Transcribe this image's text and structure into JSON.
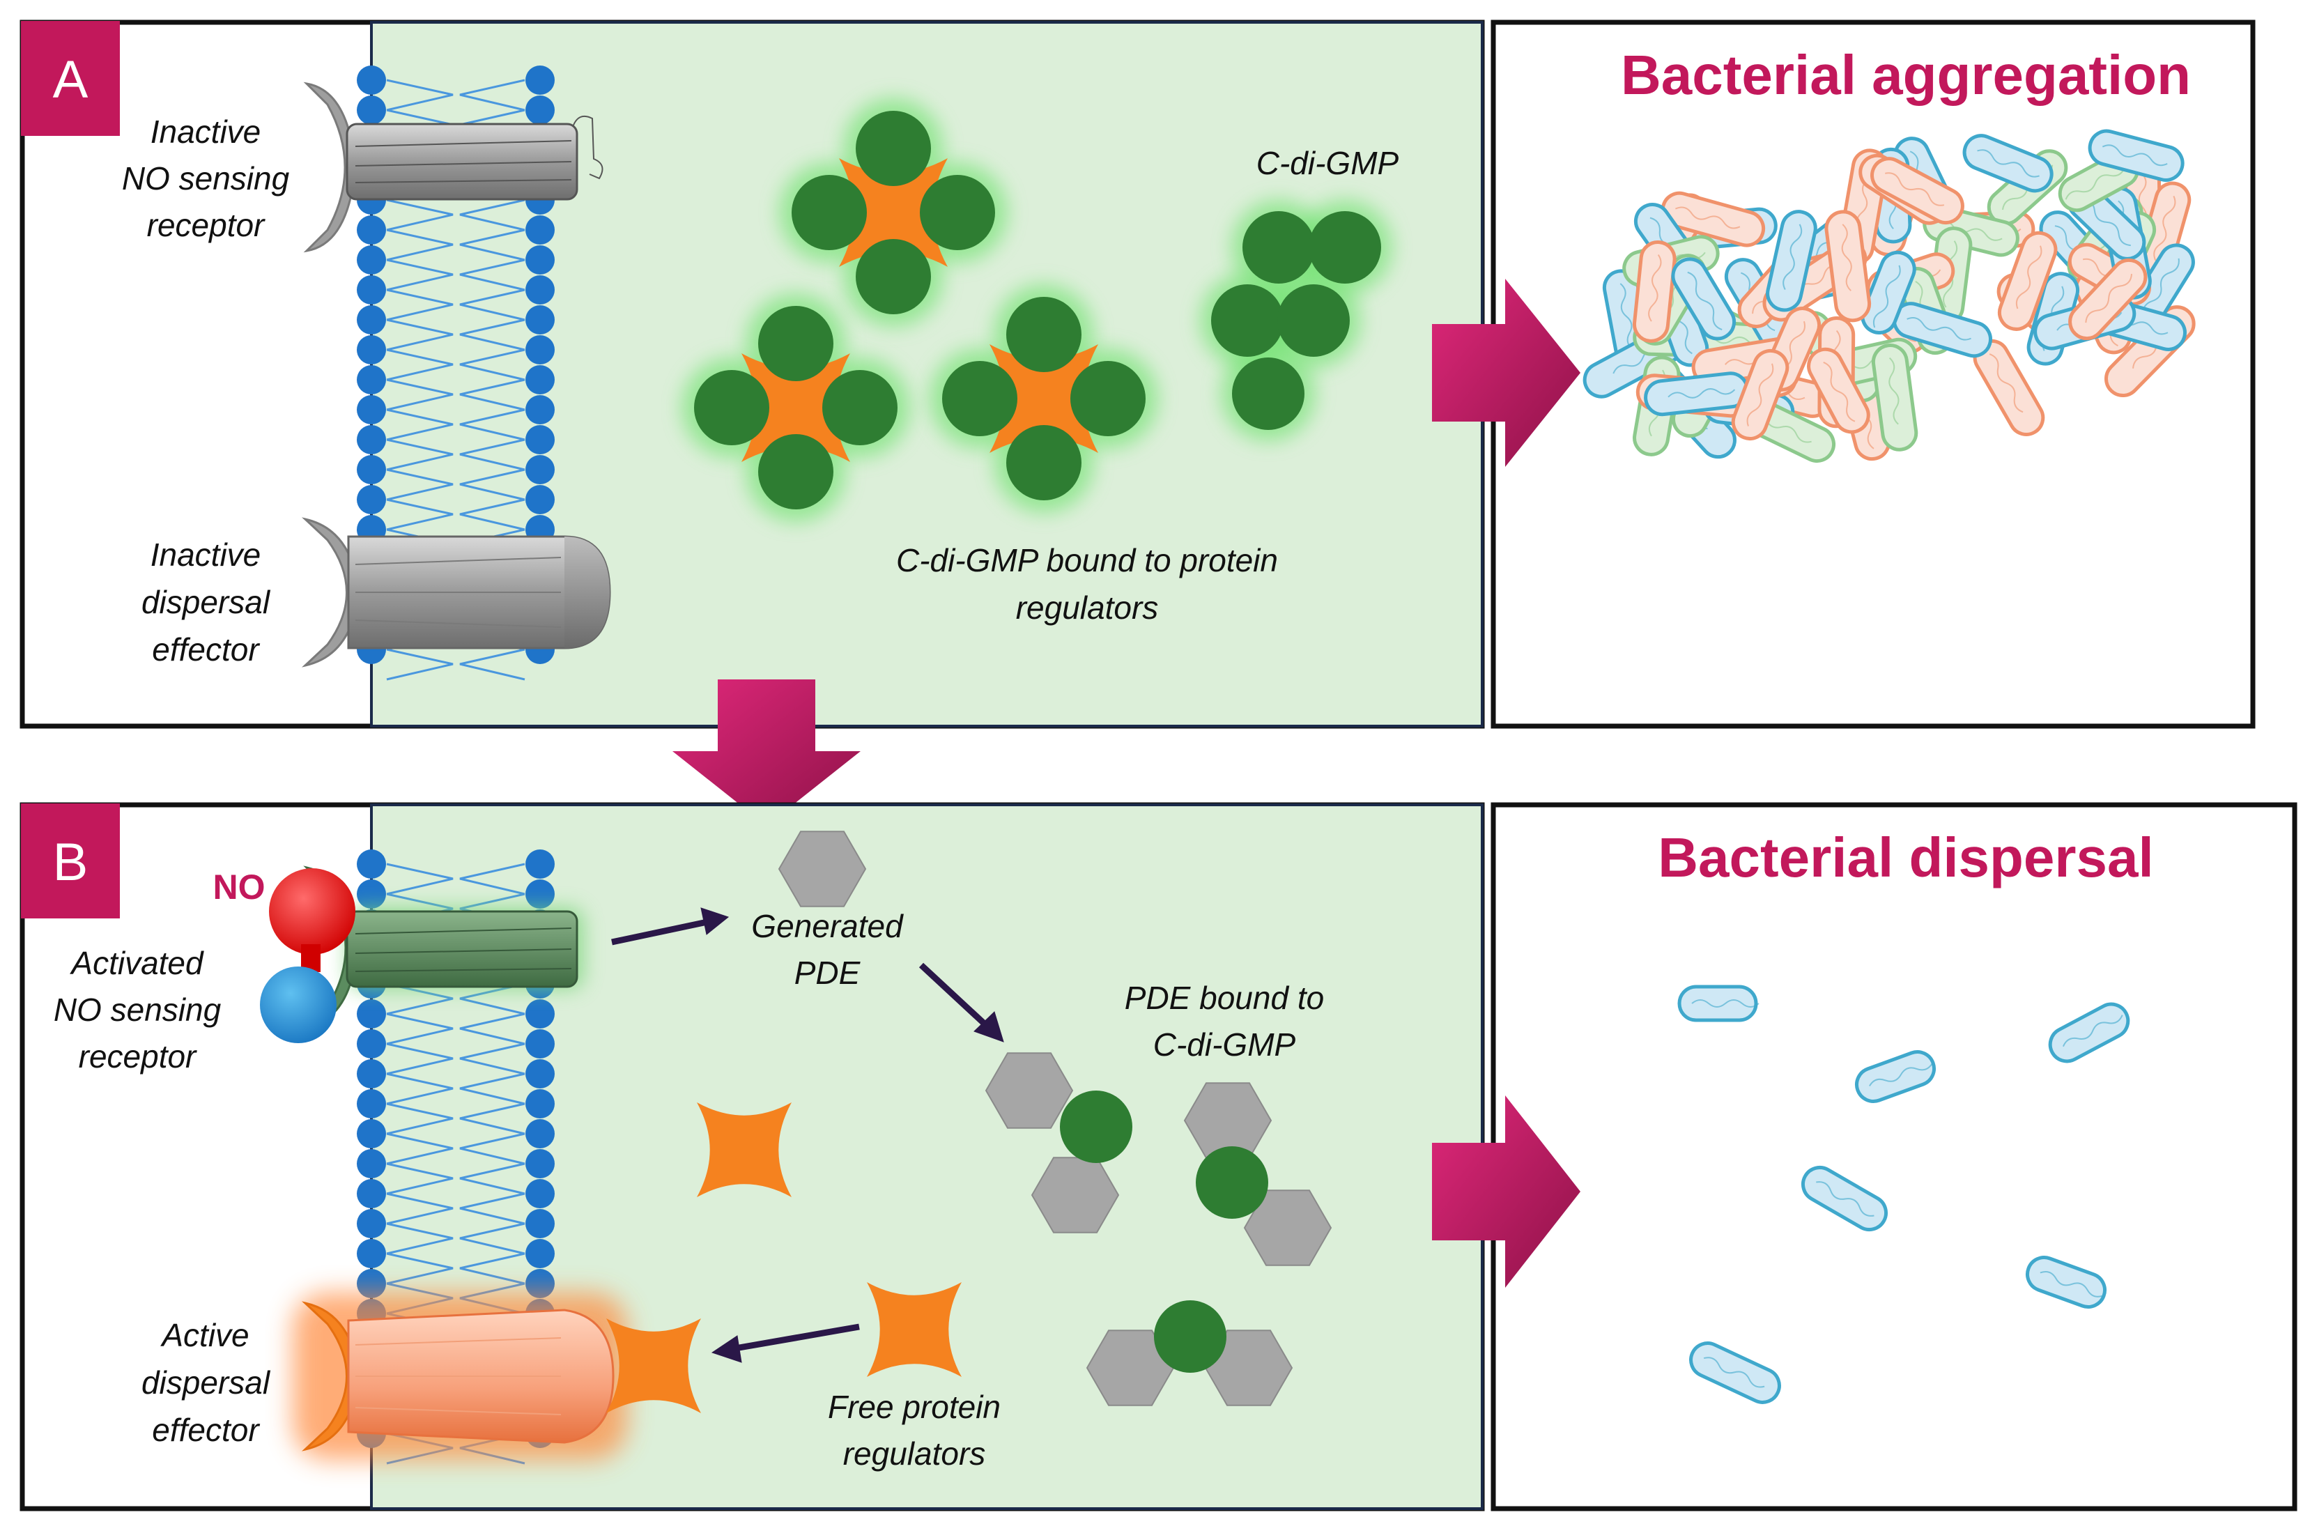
{
  "panel_a": {
    "badge": "A",
    "receptor_label": [
      "Inactive",
      "NO sensing",
      "receptor"
    ],
    "effector_label": [
      "Inactive",
      "dispersal",
      "effector"
    ],
    "cdigmp_label": "C-di-GMP",
    "bound_label": [
      "C-di-GMP bound to protein",
      "regulators"
    ],
    "outcome_title": "Bacterial aggregation"
  },
  "panel_b": {
    "badge": "B",
    "no_label": "NO",
    "receptor_label": [
      "Activated",
      "NO sensing",
      "receptor"
    ],
    "pde_label": [
      "Generated",
      "PDE"
    ],
    "pde_bound_label": [
      "PDE bound to",
      "C-di-GMP"
    ],
    "effector_label": [
      "Active",
      "dispersal",
      "effector"
    ],
    "free_label": [
      "Free protein",
      "regulators"
    ],
    "outcome_title": "Bacterial dispersal"
  },
  "colors": {
    "accent": "#c2185b",
    "cell_bg": "#dcefd9",
    "membrane_blue": "#1f74c9",
    "cdigmp_green": "#2e7d32",
    "regulator_orange": "#f5821f",
    "pde_gray": "#a6a6a6",
    "no_red": "#e01919"
  },
  "icons": [
    "membrane-bilayer",
    "receptor-barrel",
    "c-di-gmp-sphere",
    "regulator-cross",
    "pde-hexagon",
    "bacterium-rod",
    "big-arrow"
  ]
}
